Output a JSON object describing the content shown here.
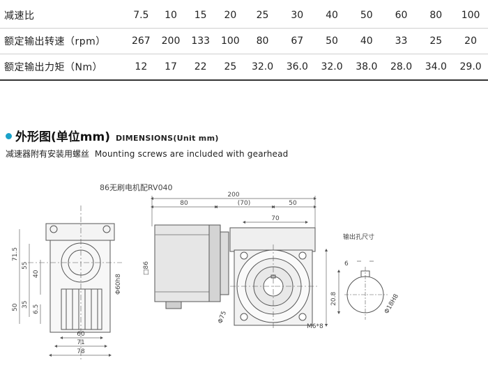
{
  "spec_table": {
    "rows": [
      {
        "label": "减速比",
        "values": [
          "7.5",
          "10",
          "15",
          "20",
          "25",
          "30",
          "40",
          "50",
          "60",
          "80",
          "100"
        ]
      },
      {
        "label": "额定输出转速（rpm）",
        "values": [
          "267",
          "200",
          "133",
          "100",
          "80",
          "67",
          "50",
          "40",
          "33",
          "25",
          "20"
        ]
      },
      {
        "label": "额定输出力矩（Nm）",
        "values": [
          "12",
          "17",
          "22",
          "25",
          "32.0",
          "36.0",
          "32.0",
          "38.0",
          "28.0",
          "34.0",
          "29.0"
        ]
      }
    ]
  },
  "dimensions_heading": {
    "cn": "外形图(单位mm)",
    "en": "DIMENSIONS(Unit mm)",
    "accent_color": "#1aa2c9"
  },
  "subtitle": {
    "cn": "减速器附有安装用螺丝",
    "en": "Mounting screws are included with gearhead"
  },
  "drawing": {
    "model_label": "86无刷电机配RV040",
    "top_dims": {
      "total": "200",
      "motor": "80",
      "mid": "(70)",
      "right": "50",
      "flange": "70"
    },
    "left_vertical": {
      "h71_5": "71.5",
      "h55": "55",
      "h40": "40",
      "h50": "50",
      "h35": "35",
      "h6_5": "6.5"
    },
    "bottom_dims": {
      "w60": "60",
      "w71": "71",
      "w78": "78"
    },
    "motor_square": "□86",
    "bore_dia": "Φ60h8",
    "bolt_circle": "Φ75",
    "thread": "M6*8",
    "shaft_title": "输出孔尺寸",
    "keyway_width": "6",
    "keyway_depth": "20.8",
    "shaft_dia": "Φ18H8"
  }
}
